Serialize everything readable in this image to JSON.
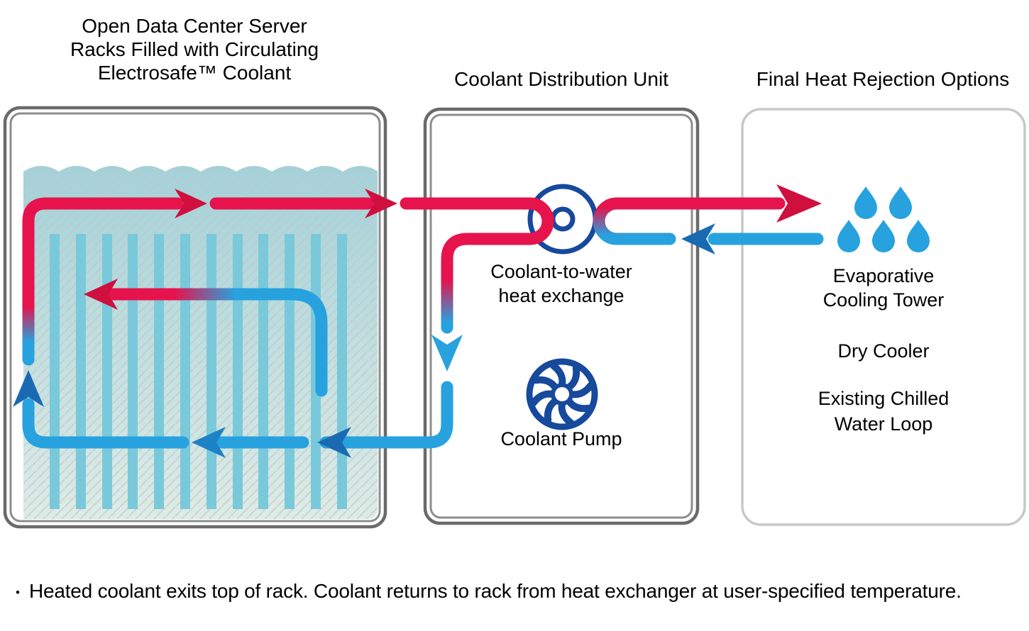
{
  "titles": {
    "tank": "Open Data Center Server\nRacks Filled with Circulating\nElectrosafe™ Coolant",
    "distribution_unit": "Coolant Distribution Unit",
    "heat_rejection": "Final Heat Rejection Options"
  },
  "distribution_unit": {
    "heat_exchanger_label": "Coolant-to-water\nheat exchange",
    "pump_label": "Coolant Pump"
  },
  "heat_rejection": {
    "options": [
      {
        "label": "Evaporative\nCooling Tower"
      },
      {
        "label": "Dry Cooler"
      },
      {
        "label": "Existing Chilled\nWater Loop"
      }
    ]
  },
  "footnote": {
    "bullet": "•",
    "text": "Heated coolant exits top of rack. Coolant returns to rack from heat exchanger at user-specified temperature."
  },
  "icons": {
    "heat_exchanger": "heat-exchanger-circle-icon",
    "pump": "impeller-pump-icon",
    "evaporative": "water-droplets-icon"
  },
  "colors": {
    "hot": "#e6134d",
    "hot_arrow": "#cf0f3e",
    "cold": "#27a2df",
    "cold_arrow_dark": "#1a6ab3",
    "cold_arrow_mid": "#1e82c6",
    "navy": "#17499c",
    "liquid_top": "#a0d3d9",
    "liquid_bottom": "#dcede6",
    "rack_bar": "#79c9da",
    "hatch": "#d3bcc7",
    "panel_border": "#6a6a6a",
    "panel_border_inner": "#8d8d8d",
    "light_panel_border": "#c8c8c8"
  }
}
